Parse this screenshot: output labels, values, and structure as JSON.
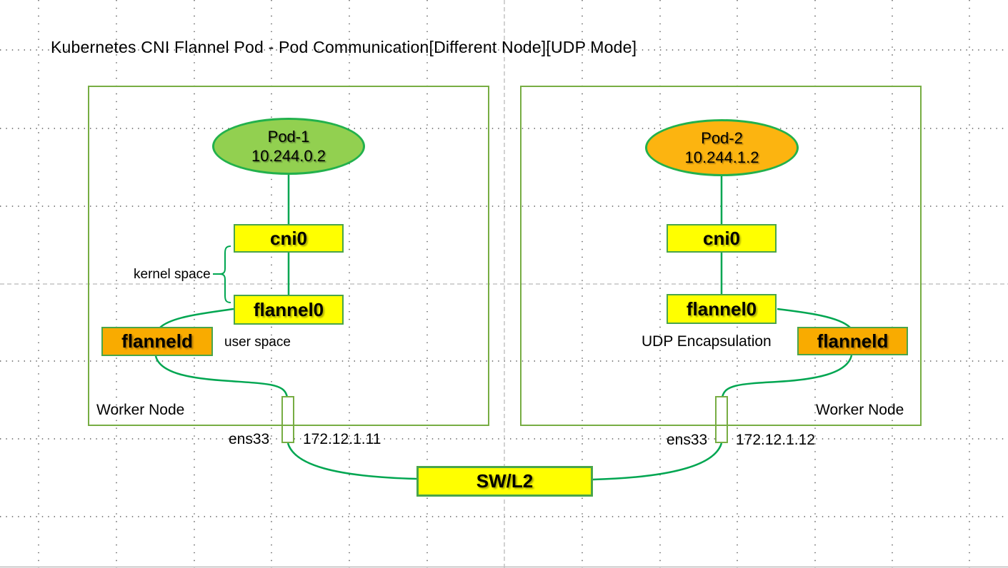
{
  "title": "Kubernetes CNI Flannel Pod - Pod Communication[Different Node][UDP Mode]",
  "colors": {
    "yellow": "#ffff00",
    "orange": "#f9ab00",
    "podGreen": "#92d050",
    "podOrange": "#fcb410",
    "boxBorder": "#4aa54a",
    "rectBorder": "#77ad43",
    "ellipseBorder": "#22b14c",
    "connector": "#00a651",
    "grid": "#3a3a3a",
    "guide": "#a6a6a6"
  },
  "left_node": {
    "name": "Worker Node",
    "pod_name": "Pod-1",
    "pod_ip": "10.244.0.2",
    "bridge": "cni0",
    "tunnel": "flannel0",
    "daemon": "flanneld",
    "kernel_space": "kernel space",
    "user_space": "user space",
    "nic_name": "ens33",
    "nic_ip": "172.12.1.11"
  },
  "right_node": {
    "name": "Worker Node",
    "pod_name": "Pod-2",
    "pod_ip": "10.244.1.2",
    "bridge": "cni0",
    "tunnel": "flannel0",
    "daemon": "flanneld",
    "udp_label": "UDP Encapsulation",
    "nic_name": "ens33",
    "nic_ip": "172.12.1.12"
  },
  "switch_label": "SW/L2"
}
